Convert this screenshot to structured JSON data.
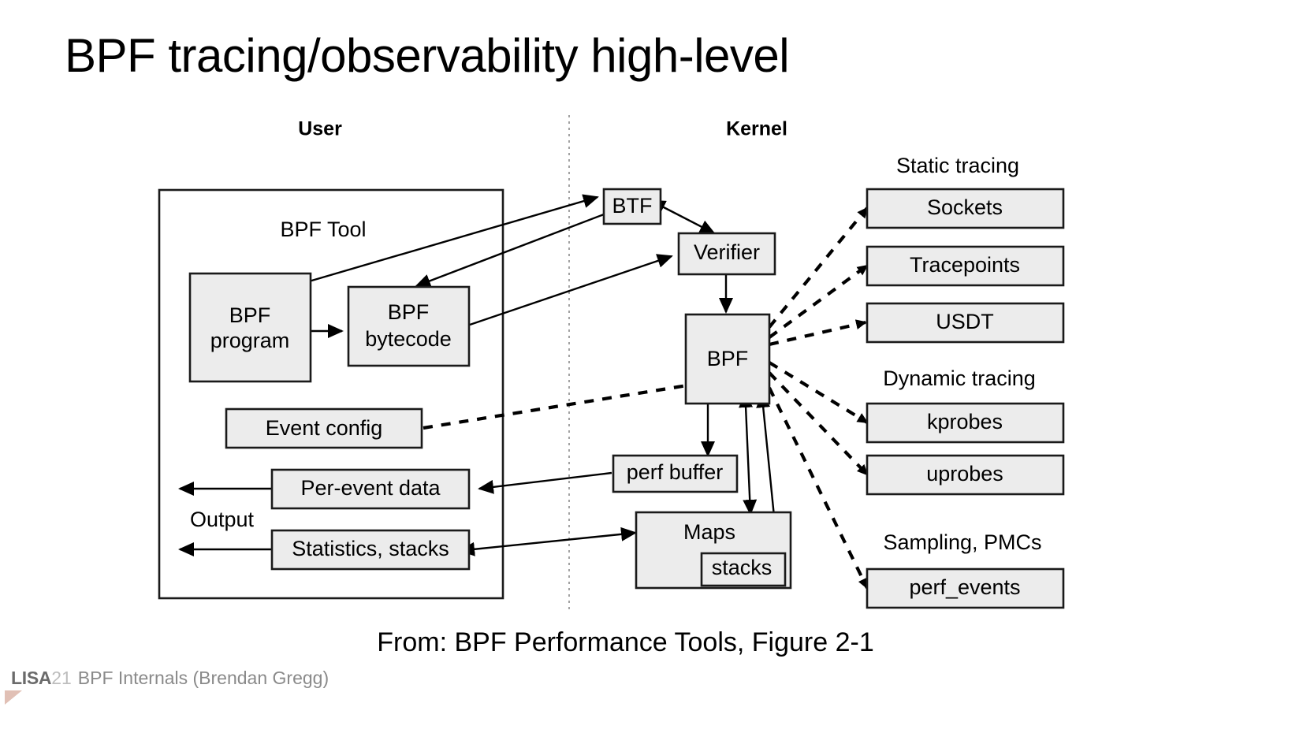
{
  "slide": {
    "title": "BPF tracing/observability high-level",
    "caption": "From: BPF Performance Tools, Figure 2-1",
    "background": "#ffffff",
    "box_fill": "#ececec",
    "box_stroke": "#1a1a1a"
  },
  "footer": {
    "brand": "LISA",
    "year": "21",
    "text": "BPF Internals (Brendan Gregg)",
    "brand_color": "#6b6b6b",
    "year_color": "#bdbdbd",
    "text_color": "#8a8a8a",
    "mark_color": "#dcb5a8"
  },
  "diagram": {
    "headings": {
      "user": "User",
      "kernel": "Kernel"
    },
    "group_labels": {
      "bpf_tool": "BPF Tool",
      "output": "Output",
      "static_tracing": "Static tracing",
      "dynamic_tracing": "Dynamic tracing",
      "sampling_pmcs": "Sampling, PMCs"
    },
    "user_boxes": [
      {
        "id": "bpf-program",
        "label_line1": "BPF",
        "label_line2": "program"
      },
      {
        "id": "bpf-bytecode",
        "label_line1": "BPF",
        "label_line2": "bytecode"
      },
      {
        "id": "event-config",
        "label": "Event config"
      },
      {
        "id": "per-event-data",
        "label": "Per-event data"
      },
      {
        "id": "statistics-stacks",
        "label": "Statistics, stacks"
      }
    ],
    "kernel_boxes": [
      {
        "id": "btf",
        "label": "BTF"
      },
      {
        "id": "verifier",
        "label": "Verifier"
      },
      {
        "id": "bpf",
        "label": "BPF"
      },
      {
        "id": "perf-buffer",
        "label": "perf buffer"
      },
      {
        "id": "maps",
        "label": "Maps"
      },
      {
        "id": "stacks",
        "label": "stacks"
      }
    ],
    "event_sources": {
      "static_tracing": [
        "Sockets",
        "Tracepoints",
        "USDT"
      ],
      "dynamic_tracing": [
        "kprobes",
        "uprobes"
      ],
      "sampling_pmcs": [
        "perf_events"
      ]
    }
  }
}
